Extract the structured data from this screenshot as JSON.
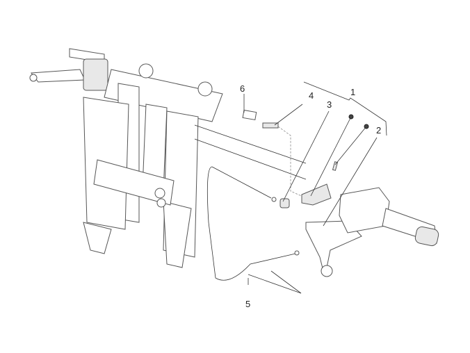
{
  "diagram": {
    "labels": [
      {
        "id": "1",
        "text": "1"
      },
      {
        "id": "2",
        "text": "2"
      },
      {
        "id": "3",
        "text": "3"
      },
      {
        "id": "4",
        "text": "4"
      },
      {
        "id": "5",
        "text": "5"
      },
      {
        "id": "6",
        "text": "6"
      }
    ]
  }
}
